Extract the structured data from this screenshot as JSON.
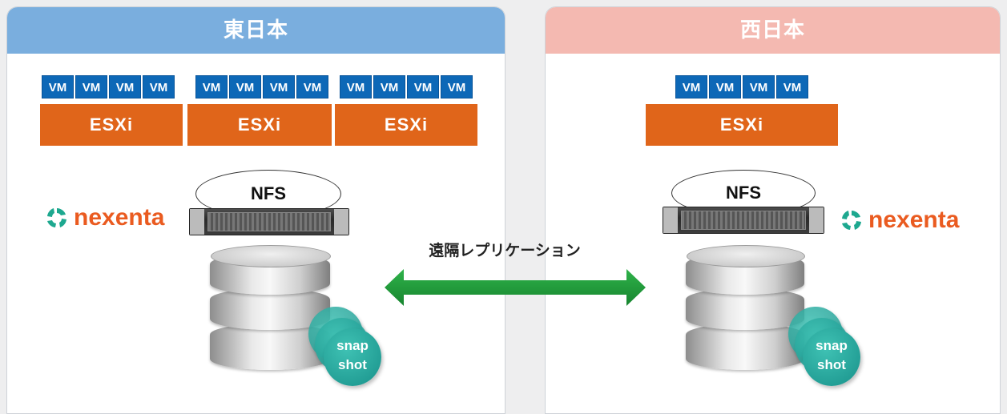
{
  "east": {
    "title": "東日本",
    "vm_label": "VM",
    "esxi_label": "ESXi",
    "nfs_label": "NFS",
    "logo_text": "nexenta",
    "snapshot_line1": "snap",
    "snapshot_line2": "shot"
  },
  "west": {
    "title": "西日本",
    "vm_label": "VM",
    "esxi_label": "ESXi",
    "nfs_label": "NFS",
    "logo_text": "nexenta",
    "snapshot_line1": "snap",
    "snapshot_line2": "shot"
  },
  "replication": {
    "label": "遠隔レプリケーション",
    "arrow_color": "#1f9a3b"
  },
  "colors": {
    "east_header": "#7aaede",
    "west_header": "#f4b9b1",
    "vm": "#0d68b7",
    "esxi": "#e0651a",
    "nexenta": "#ea5b20",
    "snapshot": "#1fa79c",
    "link": "#8cc07a"
  },
  "icons": [
    "nexenta-logo-icon",
    "storage-server-icon",
    "database-icon",
    "snapshot-icon",
    "bidirectional-arrow-icon"
  ]
}
